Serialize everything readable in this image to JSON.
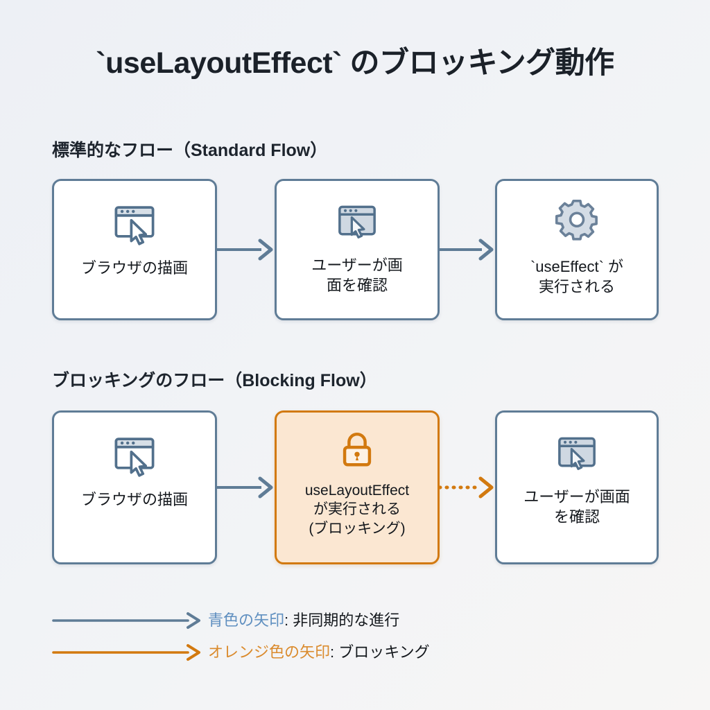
{
  "title": "`useLayoutEffect` のブロッキング動作",
  "colors": {
    "background": "#eef1f5",
    "box_border_blue": "#5f7c96",
    "box_fill_white": "#ffffff",
    "highlight_border_orange": "#d2790f",
    "highlight_fill_orange": "#fbe7d2",
    "arrow_blue": "#5f7c96",
    "arrow_orange": "#d2790f",
    "text_dark": "#14181d",
    "legend_blue_text": "#5f8fc0",
    "legend_orange_text": "#da8a2c"
  },
  "sections": [
    {
      "heading": "標準的なフロー（Standard Flow）",
      "nodes": [
        {
          "label": "ブラウザの描画",
          "icon": "browser-cursor-icon",
          "style": "normal"
        },
        {
          "label": "ユーザーが画\n面を確認",
          "icon": "browser-cursor-filled-icon",
          "style": "normal"
        },
        {
          "label": "`useEffect` が\n実行される",
          "icon": "gear-icon",
          "style": "normal"
        }
      ],
      "arrows": [
        {
          "style": "solid",
          "color": "#5f7c96"
        },
        {
          "style": "solid",
          "color": "#5f7c96"
        }
      ]
    },
    {
      "heading": "ブロッキングのフロー（Blocking Flow）",
      "nodes": [
        {
          "label": "ブラウザの描画",
          "icon": "browser-cursor-icon",
          "style": "normal"
        },
        {
          "label": "useLayoutEffect\nが実行される\n(ブロッキング)",
          "icon": "lock-icon",
          "style": "highlight"
        },
        {
          "label": "ユーザーが画面\nを確認",
          "icon": "browser-cursor-filled-icon",
          "style": "normal"
        }
      ],
      "arrows": [
        {
          "style": "solid",
          "color": "#5f7c96"
        },
        {
          "style": "dotted",
          "color": "#d2790f"
        }
      ]
    }
  ],
  "legend": [
    {
      "key": "青色の矢印",
      "separator": ": ",
      "description": "非同期的な進行",
      "arrow_style": "solid",
      "color": "#5f7c96"
    },
    {
      "key": "オレンジ色の矢印",
      "separator": ": ",
      "description": "ブロッキング",
      "arrow_style": "solid",
      "color": "#d2790f"
    }
  ]
}
